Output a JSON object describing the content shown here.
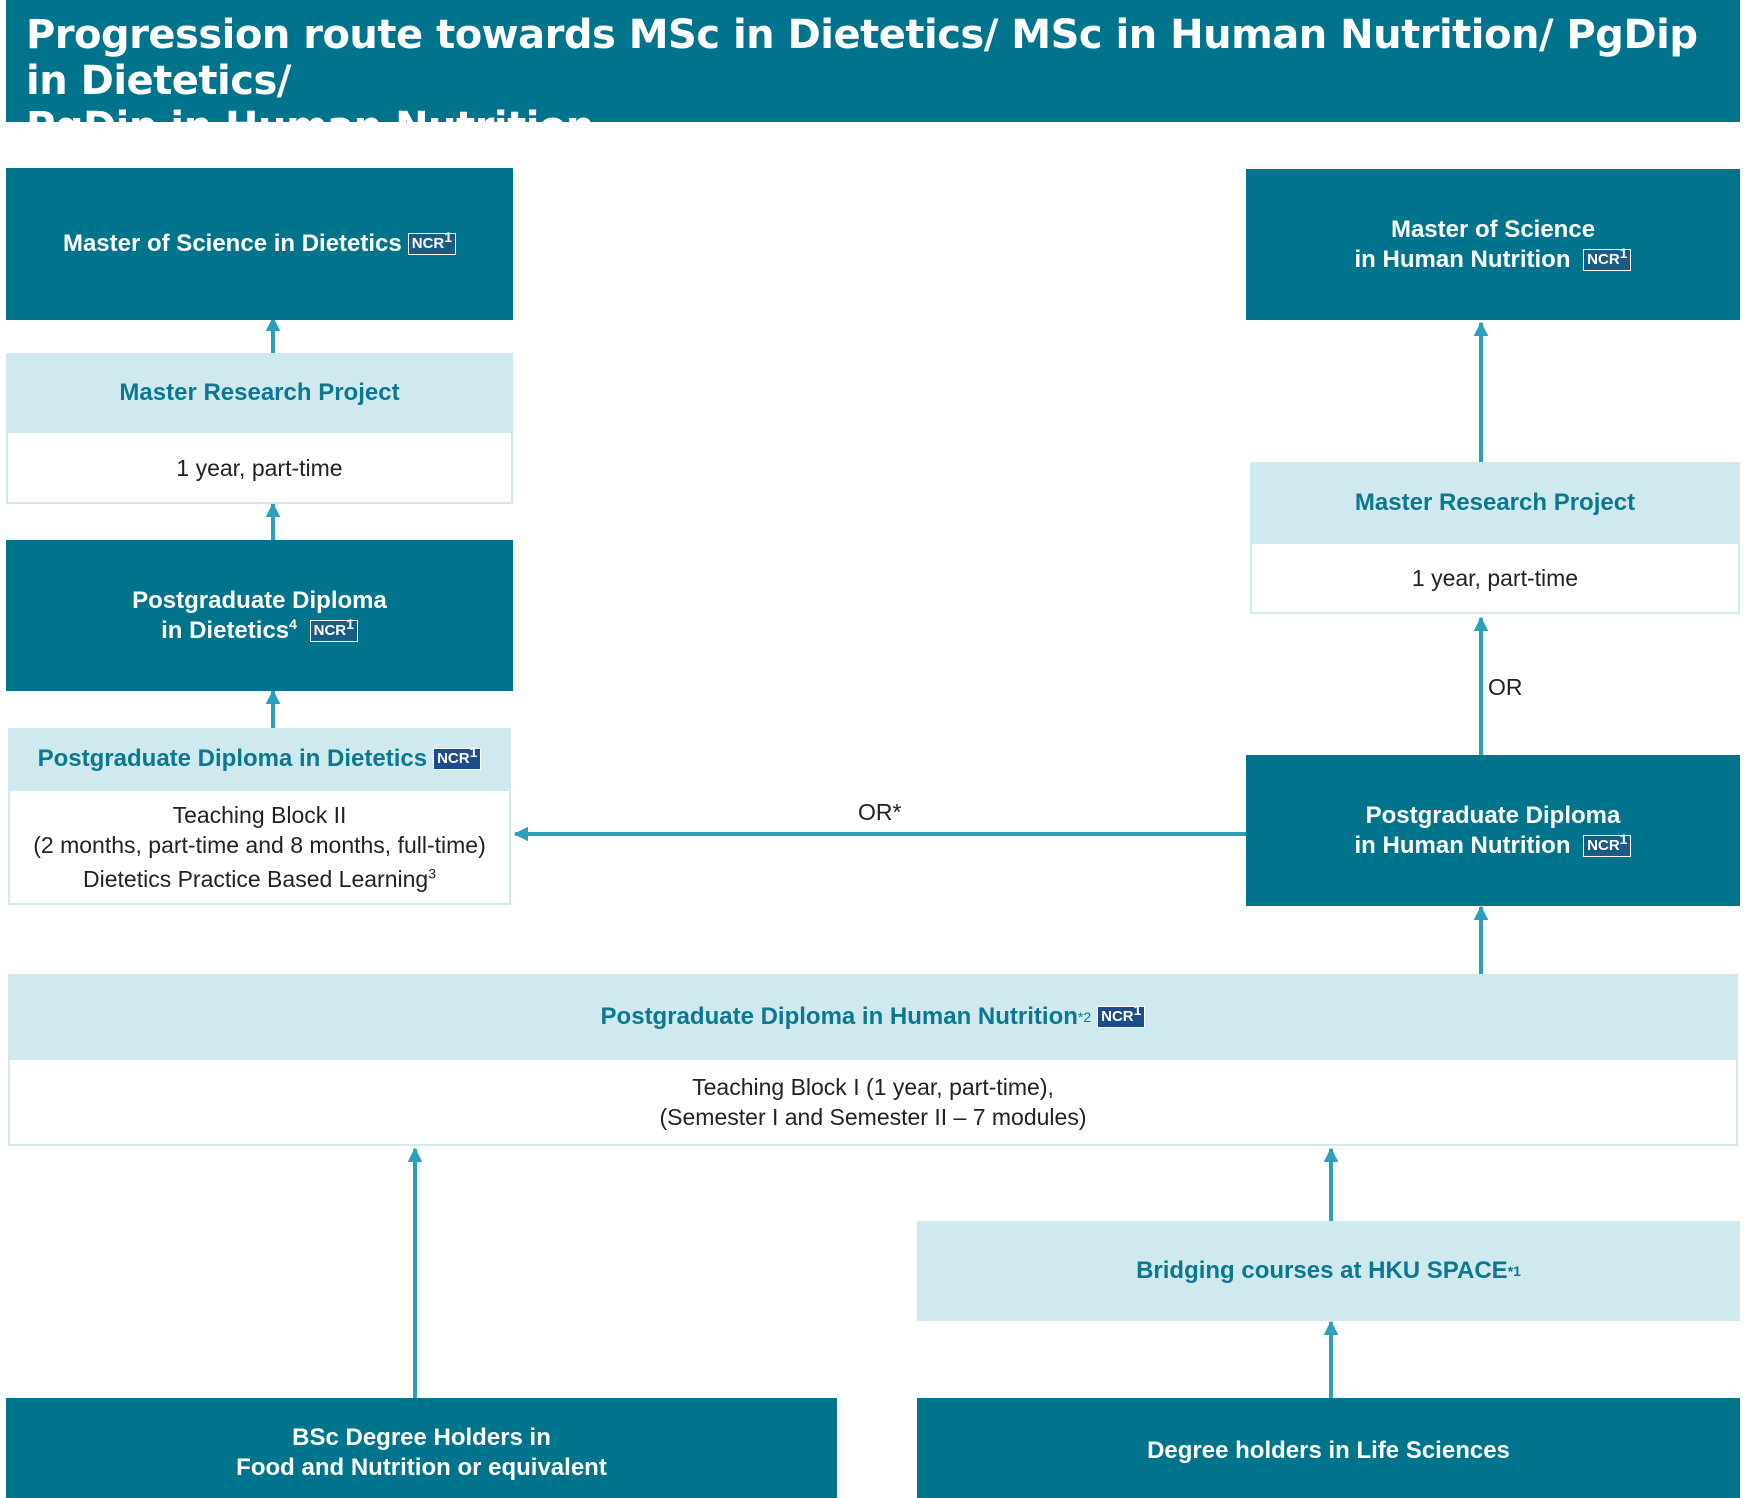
{
  "title": {
    "line1": "Progression route towards MSc in Dietetics/ MSc in Human Nutrition/ PgDip in Dietetics/",
    "line2": "PgDip in Human Nutrition"
  },
  "badge": "NCR",
  "left": {
    "msc": {
      "label": "Master of Science in Dietetics",
      "sup": "1"
    },
    "research": {
      "title": "Master Research Project",
      "duration": "1 year, part-time"
    },
    "pgdip_diet": {
      "line1": "Postgraduate Diploma",
      "line2": "in Dietetics",
      "note": "4",
      "sup": "1"
    },
    "teaching2": {
      "title": "Postgraduate Diploma in Dietetics",
      "sup": "1",
      "line1": "Teaching Block II",
      "line2": "(2 months, part-time and 8 months, full-time)",
      "line3": "Dietetics Practice Based Learning",
      "note": "3"
    }
  },
  "right": {
    "msc": {
      "line1": "Master of Science",
      "line2": "in Human Nutrition",
      "sup": "1"
    },
    "research": {
      "title": "Master Research Project",
      "duration": "1 year, part-time"
    },
    "or_label": "OR",
    "pgdip_hn": {
      "line1": "Postgraduate Diploma",
      "line2": "in Human Nutrition",
      "sup": "1"
    }
  },
  "or_star": "OR*",
  "teaching1": {
    "title": "Postgraduate Diploma in Human Nutrition",
    "note": "*2",
    "sup": "1",
    "line1": "Teaching Block I (1 year, part-time),",
    "line2": "(Semester I and Semester II – 7 modules)"
  },
  "bridging": {
    "label": "Bridging courses at HKU SPACE",
    "note": "*1"
  },
  "bsc": {
    "line1": "BSc Degree Holders in",
    "line2": "Food and Nutrition or equivalent"
  },
  "life": {
    "label": "Degree holders in Life Sciences"
  },
  "colors": {
    "dark": "#00748c",
    "light": "#d0e9ee",
    "arrow": "#2aa0bd"
  }
}
